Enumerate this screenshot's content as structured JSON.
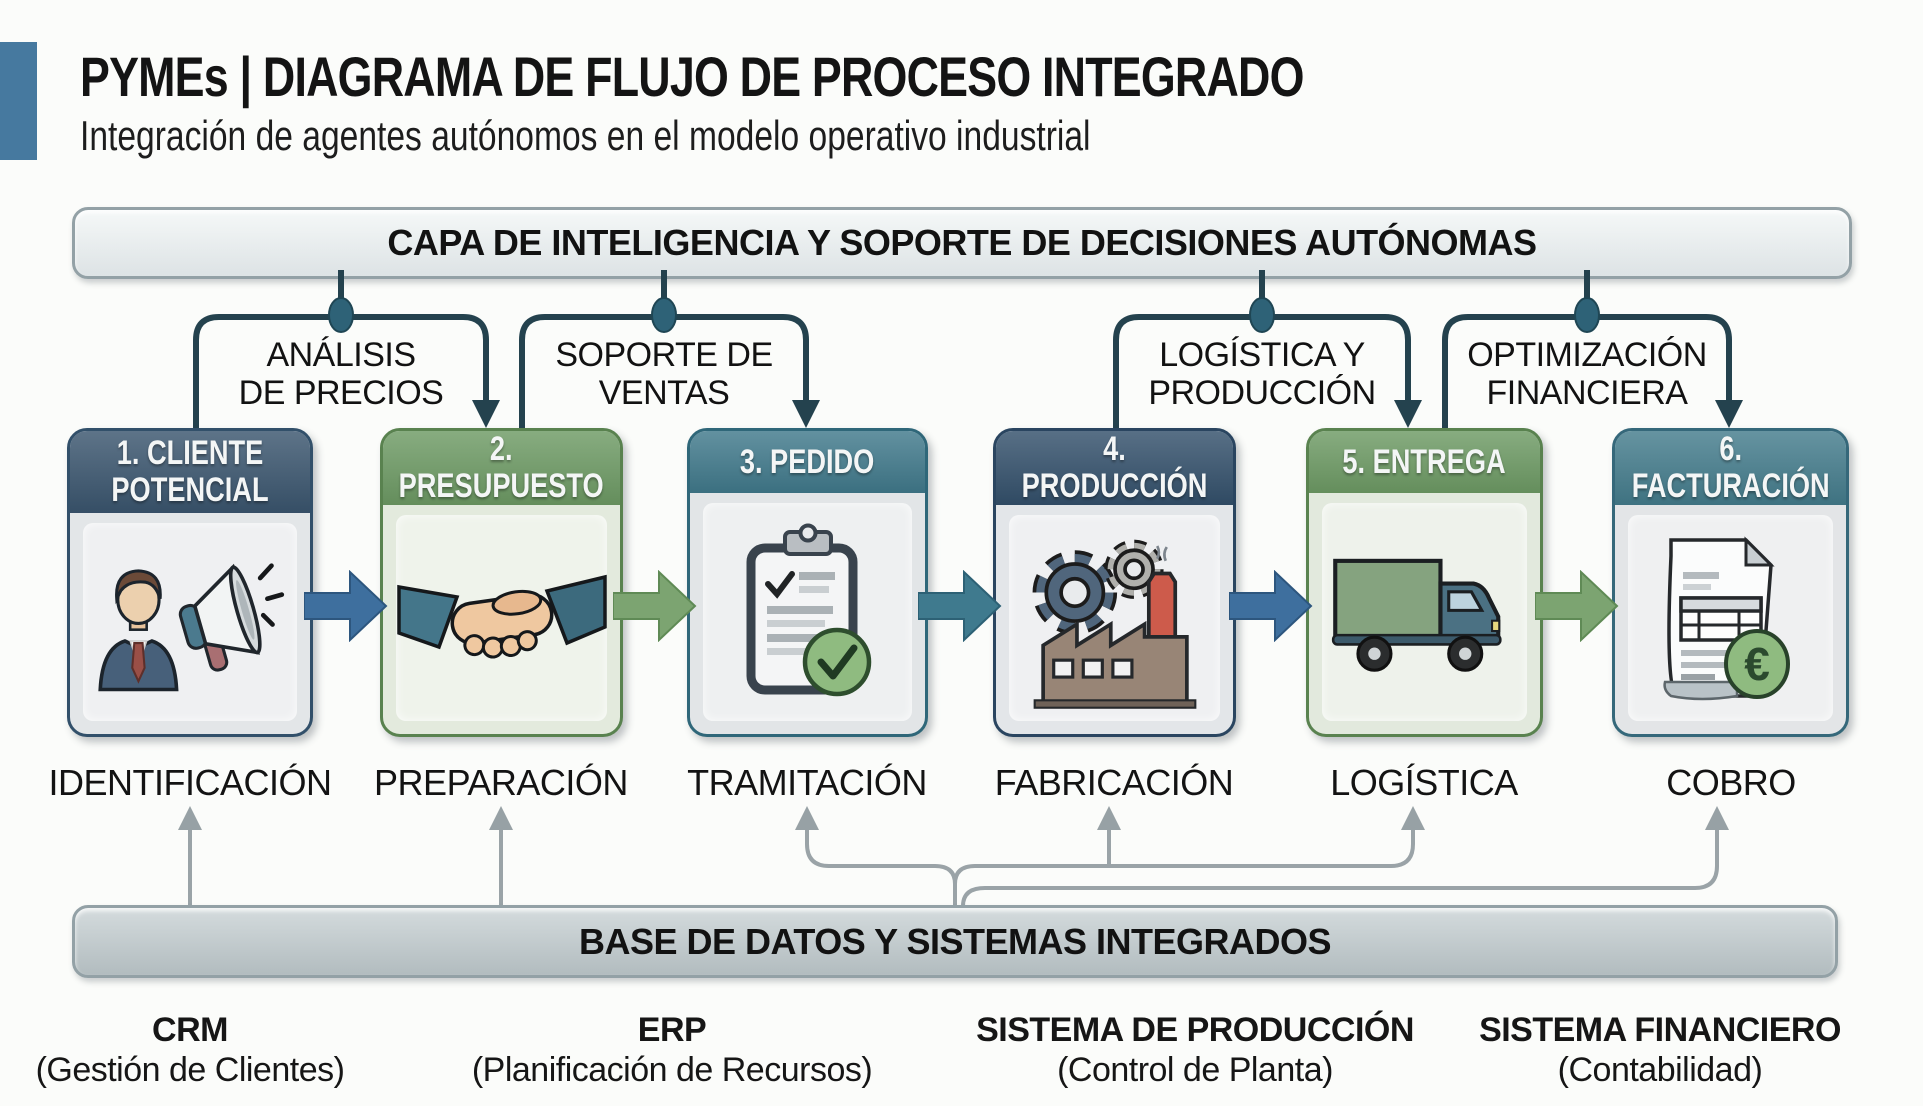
{
  "header": {
    "title": "PYMEs | DIAGRAMA DE FLUJO DE PROCESO INTEGRADO",
    "subtitle": "Integración de agentes autónomos en el modelo operativo industrial"
  },
  "intelligence_bar": {
    "label": "CAPA DE INTELIGENCIA Y SOPORTE DE DECISIONES AUTÓNOMAS"
  },
  "agent_links": [
    {
      "line1": "ANÁLISIS",
      "line2": "DE PRECIOS"
    },
    {
      "line1": "SOPORTE DE",
      "line2": "VENTAS"
    },
    {
      "line1": "LOGÍSTICA Y",
      "line2": "PRODUCCIÓN"
    },
    {
      "line1": "OPTIMIZACIÓN",
      "line2": "FINANCIERA"
    }
  ],
  "process_steps": [
    {
      "title": "1. CLIENTE POTENCIAL",
      "stage": "IDENTIFICACIÓN",
      "icon": "customer-megaphone-icon",
      "header_color": "#3a556e",
      "body_color": "#e3e6e8"
    },
    {
      "title": "2. PRESUPUESTO",
      "stage": "PREPARACIÓN",
      "icon": "handshake-icon",
      "header_color": "#6d9a64",
      "body_color": "#e3eadd"
    },
    {
      "title": "3. PEDIDO",
      "stage": "TRAMITACIÓN",
      "icon": "clipboard-check-icon",
      "header_color": "#40798b",
      "body_color": "#e2e5e7"
    },
    {
      "title": "4. PRODUCCIÓN",
      "stage": "FABRICACIÓN",
      "icon": "gears-factory-icon",
      "header_color": "#33506b",
      "body_color": "#e3e6e9"
    },
    {
      "title": "5. ENTREGA",
      "stage": "LOGÍSTICA",
      "icon": "delivery-truck-icon",
      "header_color": "#6d9a64",
      "body_color": "#e2e9dd"
    },
    {
      "title": "6. FACTURACIÓN",
      "stage": "COBRO",
      "icon": "invoice-euro-icon",
      "header_color": "#447c8c",
      "body_color": "#e3e5e7"
    }
  ],
  "database_bar": {
    "label": "BASE DE DATOS Y SISTEMAS INTEGRADOS"
  },
  "systems": [
    {
      "name": "CRM",
      "description": "(Gestión de Clientes)"
    },
    {
      "name": "ERP",
      "description": "(Planificación de Recursos)"
    },
    {
      "name": "SISTEMA DE PRODUCCIÓN",
      "description": "(Control de Planta)"
    },
    {
      "name": "SISTEMA FINANCIERO",
      "description": "(Contabilidad)"
    }
  ],
  "icon_glyphs": {
    "euro_symbol": "€"
  },
  "palette": {
    "accent_square": "#46799f",
    "dark_blue_header": "#3a556e",
    "navy_header": "#33506b",
    "green_header": "#6d9a64",
    "teal_header": "#447c8c",
    "steel_blue_arrow": "#3e6f9e",
    "green_arrow": "#7ca471",
    "teal_arrow": "#3f7a8e",
    "bracket_connector": "#24424e",
    "gray_connector": "#9aa3a7",
    "intelligence_bar_fill": "#e9eeef",
    "database_bar_fill": "#c2cacd"
  }
}
